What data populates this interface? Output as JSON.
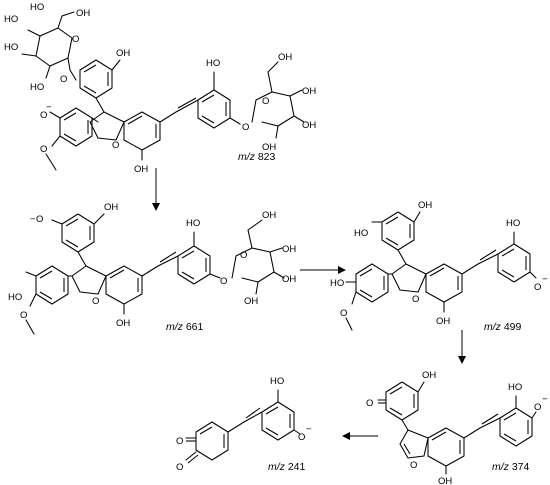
{
  "labels": {
    "mz_prefix": "m/z",
    "mz_823": "823",
    "mz_661": "661",
    "mz_499": "499",
    "mz_374": "374",
    "mz_241": "241"
  },
  "atoms": {
    "HO": "HO",
    "OH": "OH",
    "O": "O",
    "Ominus": "O",
    "minusO": "O",
    "minus": "−"
  }
}
